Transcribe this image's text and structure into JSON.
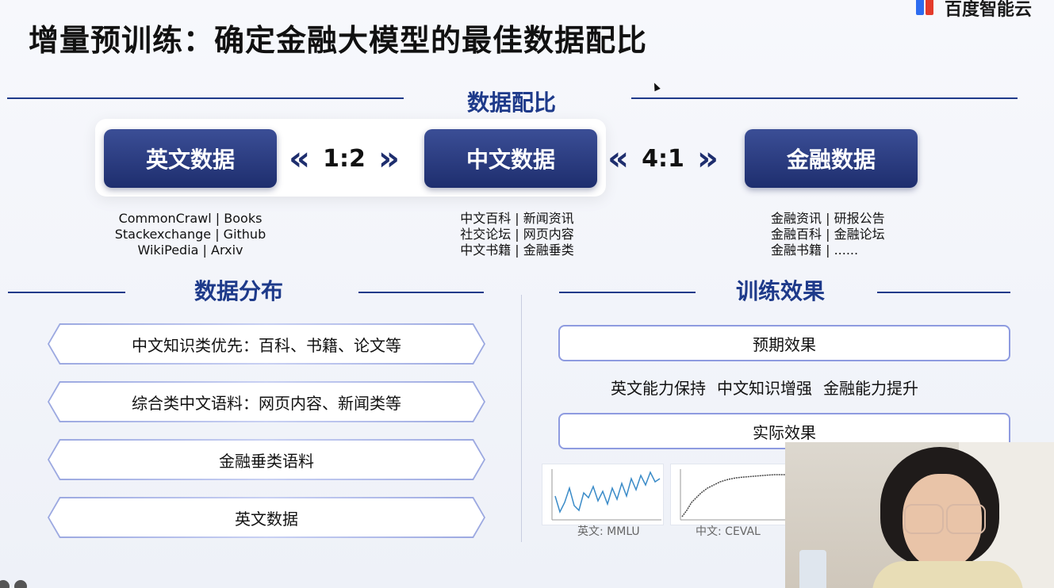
{
  "title": "增量预训练：确定金融大模型的最佳数据配比",
  "brand": {
    "logo_text": "百度智能云"
  },
  "ratio_section": {
    "heading": "数据配比",
    "boxes": [
      {
        "label": "英文数据",
        "sources": [
          "CommonCrawl | Books",
          "Stackexchange | Github",
          "WikiPedia | Arxiv"
        ]
      },
      {
        "label": "中文数据",
        "sources": [
          "中文百科 | 新闻资讯",
          "社交论坛 | 网页内容",
          "中文书籍 | 金融垂类"
        ]
      },
      {
        "label": "金融数据",
        "sources": [
          "金融资讯 | 研报公告",
          "金融百科 | 金融论坛",
          "金融书籍 | ......"
        ]
      }
    ],
    "ratios": [
      "1:2",
      "4:1"
    ]
  },
  "distribution": {
    "heading": "数据分布",
    "items": [
      "中文知识类优先：百科、书籍、论文等",
      "综合类中文语料：网页内容、新闻类等",
      "金融垂类语料",
      "英文数据"
    ]
  },
  "effects": {
    "heading": "训练效果",
    "expected_label": "预期效果",
    "expected_items": [
      "英文能力保持",
      "中文知识增强",
      "金融能力提升"
    ],
    "actual_label": "实际效果",
    "charts": [
      {
        "caption": "英文: MMLU"
      },
      {
        "caption": "中文: CEVAL"
      }
    ]
  },
  "colors": {
    "accent": "#1e3a8a",
    "box": "#2a3a7e"
  }
}
